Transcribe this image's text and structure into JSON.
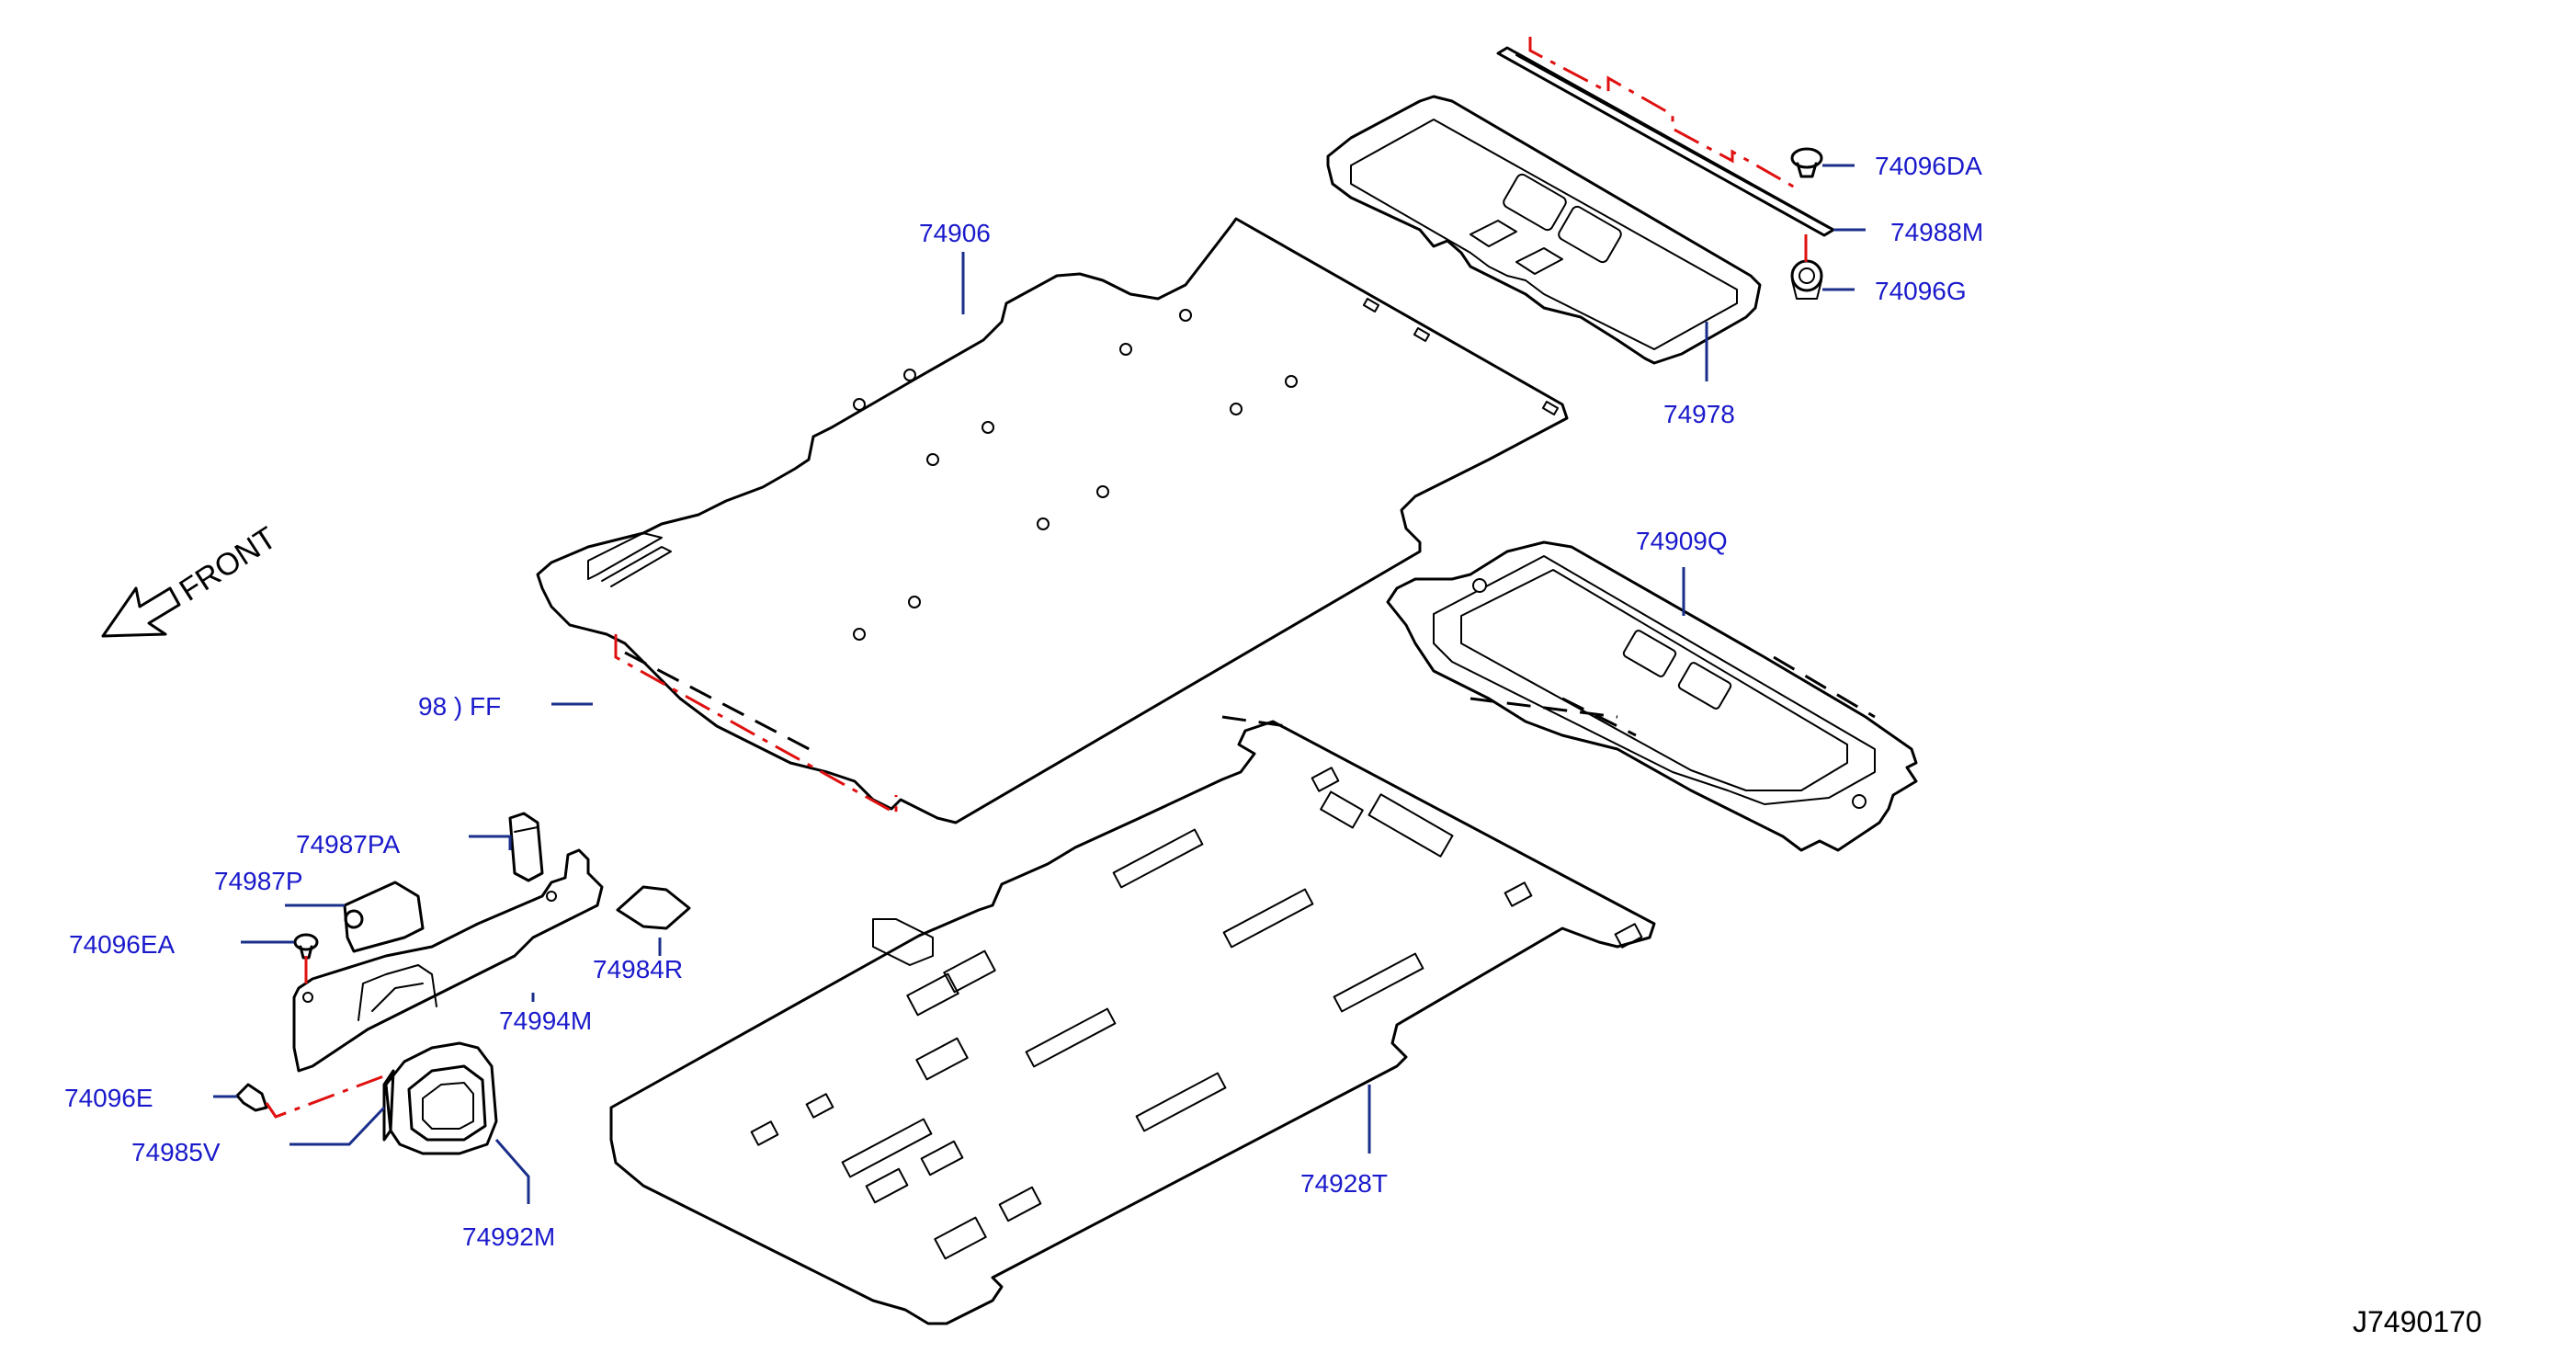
{
  "diagram": {
    "front_label": "FRONT",
    "reference_code": "J7490170",
    "colors": {
      "part_line": "#000000",
      "label": "#1a1acc",
      "leader": "#1a2f8a",
      "centerline": "#e01010"
    },
    "callouts": [
      {
        "id": "74906",
        "text": "74906"
      },
      {
        "id": "74978",
        "text": "74978"
      },
      {
        "id": "74096DA",
        "text": "74096DA"
      },
      {
        "id": "74988M",
        "text": "74988M"
      },
      {
        "id": "74096G",
        "text": "74096G"
      },
      {
        "id": "74909Q",
        "text": "74909Q"
      },
      {
        "id": "74987PA",
        "text": "74987PA"
      },
      {
        "id": "74987P",
        "text": "74987P"
      },
      {
        "id": "74096EA",
        "text": "74096EA"
      },
      {
        "id": "74984R",
        "text": "74984R"
      },
      {
        "id": "74994M",
        "text": "74994M"
      },
      {
        "id": "74096E",
        "text": "74096E"
      },
      {
        "id": "74985V",
        "text": "74985V"
      },
      {
        "id": "74992M",
        "text": "74992M"
      },
      {
        "id": "74928T",
        "text": "74928T"
      },
      {
        "id": "partial",
        "text": "98 ) FF"
      }
    ]
  }
}
